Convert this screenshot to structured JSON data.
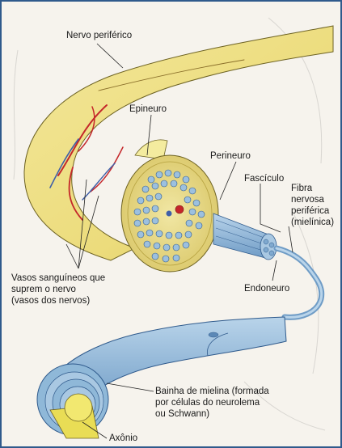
{
  "labels": {
    "nervo_periferico": "Nervo periférico",
    "epineuro": "Epineuro",
    "perineuro": "Perineuro",
    "fasciculo": "Fascículo",
    "fibra_1": "Fibra",
    "fibra_2": "nervosa",
    "fibra_3": "periférica",
    "fibra_4": "(mielínica)",
    "vasos_1": "Vasos sanguíneos que",
    "vasos_2": "suprem o nervo",
    "vasos_3": "(vasos dos nervos)",
    "endoneuro": "Endoneuro",
    "bainha_1": "Bainha de mielina (formada",
    "bainha_2": "por células do neurolema",
    "bainha_3": "ou Schwann)",
    "axonio": "Axônio"
  },
  "colors": {
    "border": "#2f5a8c",
    "nerve_yellow": "#efe08a",
    "nerve_shadow": "#c9b94e",
    "artery": "#c4262a",
    "vein": "#3f5fa8",
    "fiber_blue": "#8fb8d8",
    "myelin_blue": "#7fa9cf",
    "axon_yellow": "#e9dd55"
  }
}
